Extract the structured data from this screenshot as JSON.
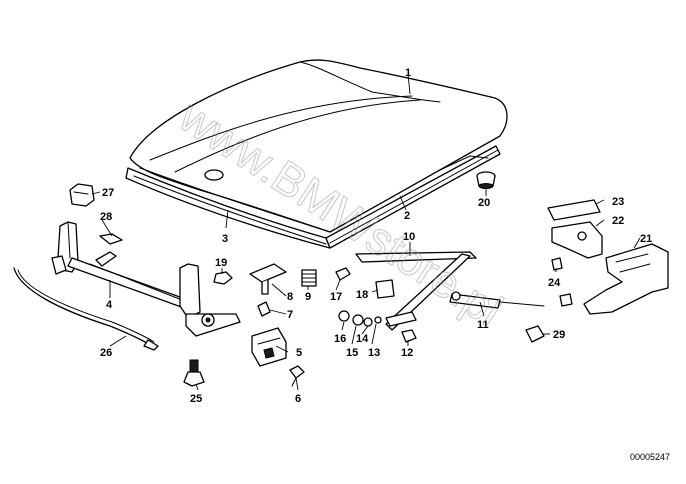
{
  "diagram": {
    "reference_number": "00005247",
    "watermark": "www.BMWstore.pl",
    "callouts": [
      "1",
      "2",
      "3",
      "4",
      "5",
      "6",
      "7",
      "8",
      "9",
      "10",
      "11",
      "12",
      "13",
      "14",
      "15",
      "16",
      "17",
      "18",
      "19",
      "20",
      "21",
      "22",
      "23",
      "24",
      "25",
      "26",
      "27",
      "28",
      "29"
    ]
  }
}
